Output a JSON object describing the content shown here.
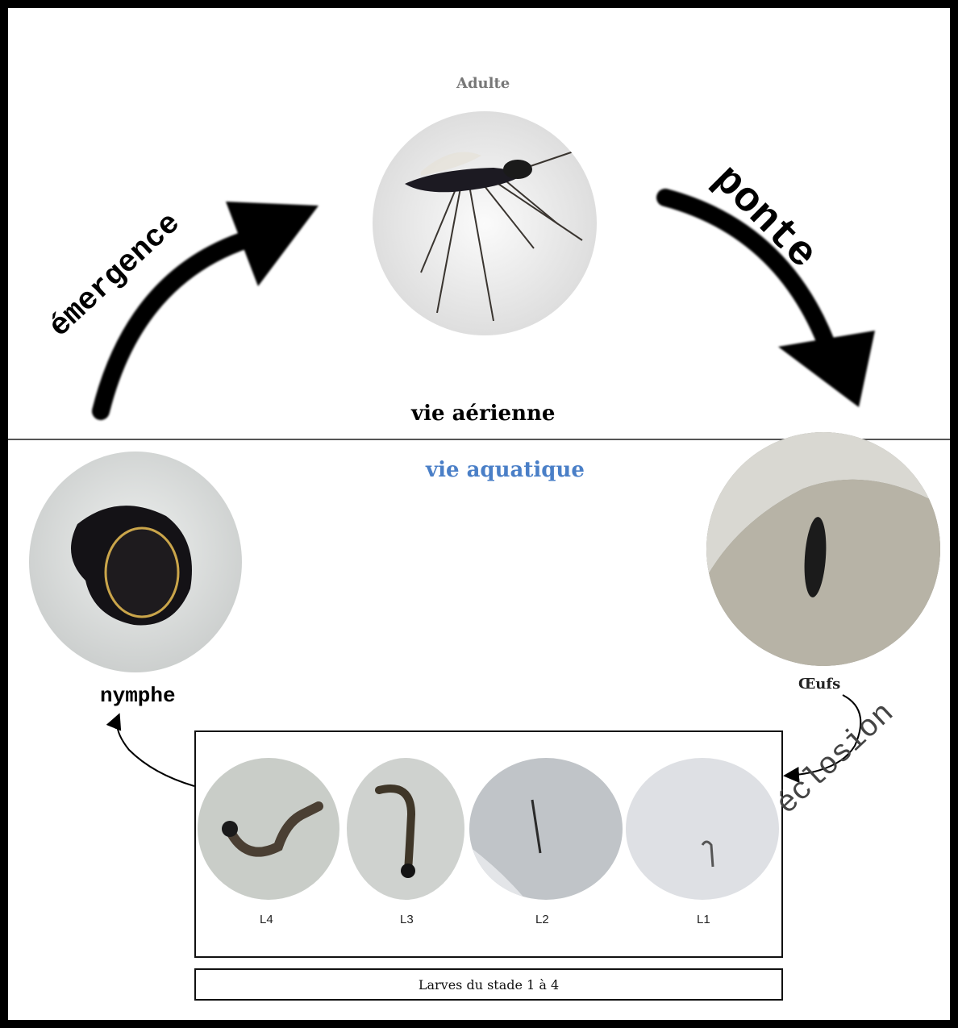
{
  "labels": {
    "adult": "Adulte",
    "aerial_life": "vie aérienne",
    "aquatic_life": "vie aquatique",
    "pupa": "nymphe",
    "eggs": "Œufs",
    "larvae_caption": "Larves du stade 1 à 4"
  },
  "transitions": {
    "emergence": "émergence",
    "laying": "ponte",
    "hatching": "éclosion"
  },
  "larval_stages": [
    {
      "label": "L4"
    },
    {
      "label": "L3"
    },
    {
      "label": "L2"
    },
    {
      "label": "L1"
    }
  ],
  "colors": {
    "border": "#000000",
    "aquatic_text": "#4a7fc7",
    "adult_label": "#777777",
    "arrow": "#000000"
  }
}
